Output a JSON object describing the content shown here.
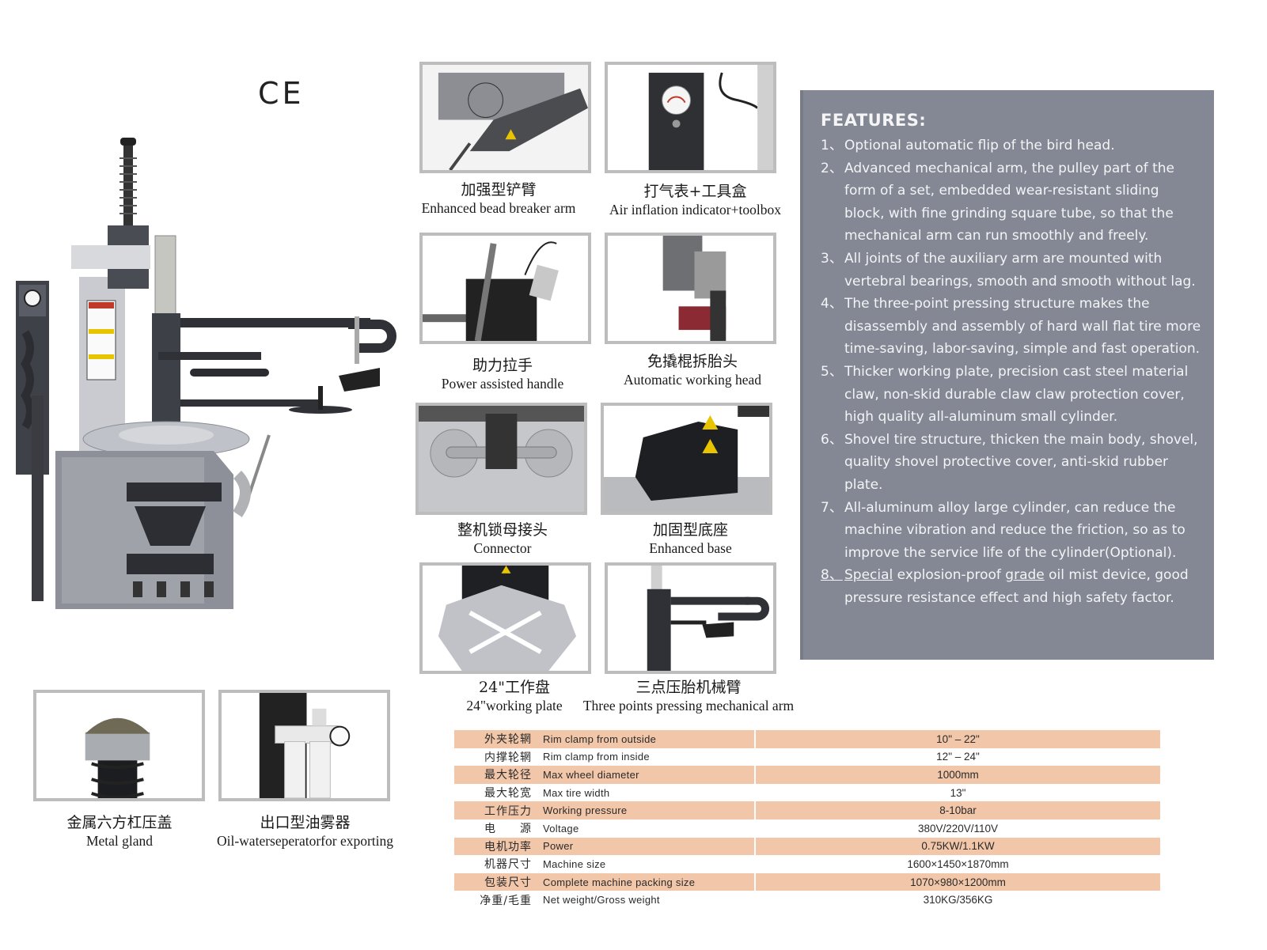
{
  "certification": "CE",
  "main_image": {
    "subject": "tire-changer-machine"
  },
  "thumbnails": [
    {
      "id": "bead-breaker",
      "zh": "加强型铲臂",
      "en": "Enhanced bead breaker arm"
    },
    {
      "id": "inflation",
      "zh": "打气表+工具盒",
      "en": "Air inflation indicator+toolbox"
    },
    {
      "id": "power-handle",
      "zh": "助力拉手",
      "en": "Power assisted handle"
    },
    {
      "id": "working-head",
      "zh": "免撬棍拆胎头",
      "en": "Automatic working head"
    },
    {
      "id": "connector",
      "zh": "整机锁母接头",
      "en": "Connector"
    },
    {
      "id": "base",
      "zh": "加固型底座",
      "en": "Enhanced base"
    },
    {
      "id": "working-plate",
      "zh": "24\"工作盘",
      "en": "24\"working plate"
    },
    {
      "id": "pressing-arm",
      "zh": "三点压胎机械臂",
      "en": "Three points pressing mechanical arm"
    },
    {
      "id": "metal-gland",
      "zh": "金属六方杠压盖",
      "en": "Metal gland"
    },
    {
      "id": "oil-water",
      "zh": "出口型油雾器",
      "en": "Oil-waterseperatorfor exporting"
    }
  ],
  "features": {
    "title": "FEATURES:",
    "items": [
      {
        "num": "1、",
        "text": "Optional automatic flip of the bird head."
      },
      {
        "num": "2、",
        "text": "Advanced mechanical arm, the pulley part of the form of a set, embedded wear-resistant sliding block, with fine grinding square tube, so that the mechanical arm can run smoothly and freely."
      },
      {
        "num": "3、",
        "text": "All joints of the auxiliary arm are mounted with vertebral bearings, smooth and smooth without lag."
      },
      {
        "num": "4、",
        "text": "The three-point pressing structure makes the disassembly and assembly of hard wall flat tire more time-saving, labor-saving, simple and fast operation."
      },
      {
        "num": "5、",
        "text": "Thicker working plate, precision cast steel material claw, non-skid durable claw claw protection cover, high quality all-aluminum small cylinder."
      },
      {
        "num": "6、",
        "text": "Shovel tire structure, thicken the main body, shovel, quality shovel protective cover, anti-skid rubber plate."
      },
      {
        "num": "7、",
        "text": "All-aluminum alloy large cylinder, can reduce the machine vibration and reduce the friction, so as to improve the service life of the cylinder(Optional)."
      },
      {
        "num": "8、",
        "w1": "Special",
        "w2": " explosion-proof ",
        "w3": "grade",
        "w4": " oil mist device, good pressure resistance effect and high safety factor."
      }
    ]
  },
  "specs": {
    "rows": [
      {
        "zh": "外夹轮辋",
        "en": "Rim clamp from outside",
        "value": "10\" – 22\""
      },
      {
        "zh": "内撑轮辋",
        "en": "Rim clamp from inside",
        "value": "12\" – 24\""
      },
      {
        "zh": "最大轮径",
        "en": "Max wheel diameter",
        "value": "1000mm"
      },
      {
        "zh": "最大轮宽",
        "en": "Max tire width",
        "value": "13\""
      },
      {
        "zh": "工作压力",
        "en": "Working pressure",
        "value": "8-10bar"
      },
      {
        "zh": "电　　源",
        "en": "Voltage",
        "value": "380V/220V/110V"
      },
      {
        "zh": "电机功率",
        "en": "Power",
        "value": "0.75KW/1.1KW"
      },
      {
        "zh": "机器尺寸",
        "en": "Machine size",
        "value": "1600×1450×1870mm"
      },
      {
        "zh": "包装尺寸",
        "en": "Complete machine packing size",
        "value": "1070×980×1200mm"
      },
      {
        "zh": "净重/毛重",
        "en": "Net weight/Gross weight",
        "value": "310KG/356KG"
      }
    ]
  }
}
